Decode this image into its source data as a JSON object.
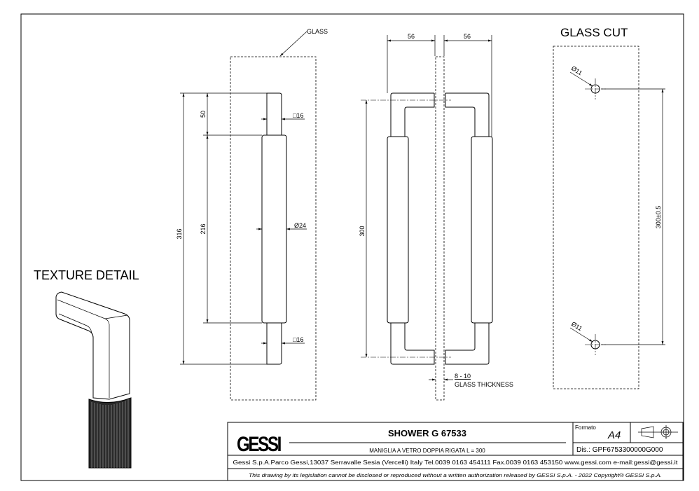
{
  "views": {
    "side": {
      "glass_label": "GLASS",
      "dim_total": "316",
      "dim_grip": "216",
      "dim_cap": "50",
      "dim_square_top": "□16",
      "dim_diameter": "Ø24",
      "dim_square_bottom": "□16"
    },
    "front": {
      "dim_left_depth": "56",
      "dim_right_depth": "56",
      "dim_centers": "300",
      "glass_thickness_value": "8 - 10",
      "glass_thickness_label": "GLASS THICKNESS"
    },
    "glass_cut": {
      "title": "GLASS CUT",
      "hole_top": "Ø11",
      "hole_bottom": "Ø11",
      "hole_spacing": "300±0.5"
    },
    "texture": {
      "title": "TEXTURE DETAIL"
    }
  },
  "title_block": {
    "logo": "GESSI",
    "product_name": "SHOWER G 67533",
    "description": "MANIGLIA A VETRO DOPPIA RIGATA L = 300",
    "format_label": "Formato",
    "format_value": "A4",
    "drawing_number": "Dis.: GPF6753300000G000",
    "company_info": "Gessi S.p.A.Parco Gessi,13037 Serravalle Sesia (Vercelli) Italy Tel.0039 0163 454111 Fax.0039 0163 453150 www.gessi.com e-mail:gessi@gessi.it",
    "copyright": "This drawing by its legislation cannot be disclosed or reproduced without a written authorization released by GESSI S.p.A. - 2022 Copyright® GESSI S.p.A."
  }
}
